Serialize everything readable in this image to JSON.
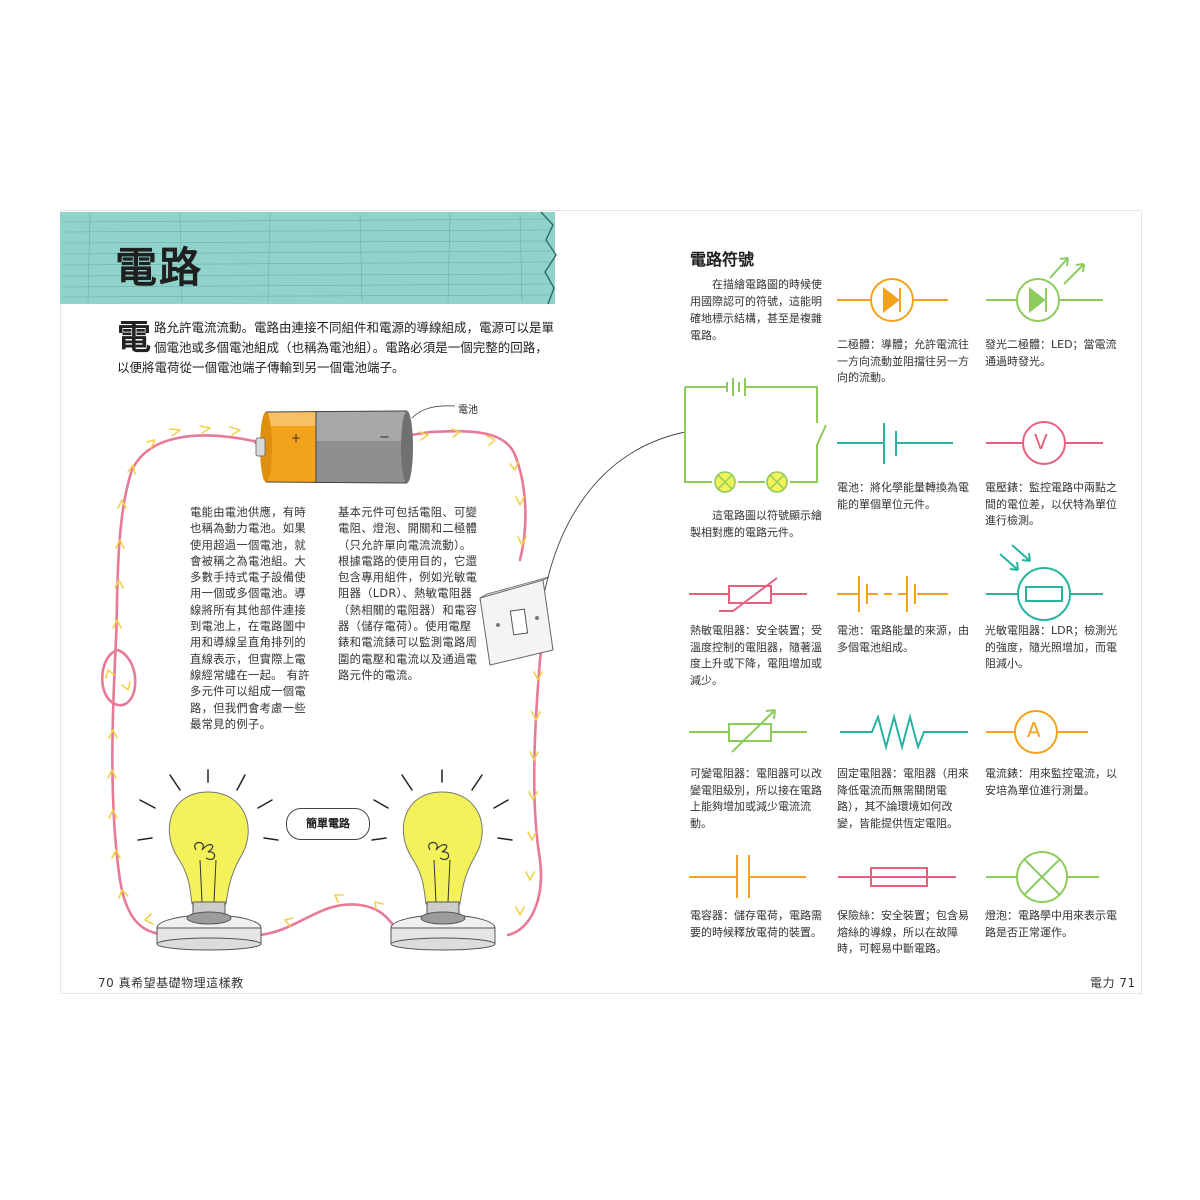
{
  "page": {
    "title": "電路",
    "intro_dropcap": "電",
    "intro_text": "路允許電流流動。電路由連接不同組件和電源的導線組成，電源可以是單個電池或多個電池組成（也稱為電池組）。電路必須是一個完整的回路，以便將電荷從一個電池端子傳輸到另一個電池端子。",
    "battery_label": "電池",
    "battery_plus": "+",
    "battery_minus": "−",
    "col1_text": "電能由電池供應，有時也稱為動力電池。如果使用超過一個電池，就會被稱之為電池組。大多數手持式電子設備使用一個或多個電池。導線將所有其他部件連接到電池上，在電路圖中用和導線呈直角排列的直線表示，但實際上電線經常纏在一起。 有許多元件可以組成一個電路，但我們會考慮一些最常見的例子。",
    "col2_text": "基本元件可包括電阻、可變電阻、燈泡、開關和二極體（只允許單向電流流動）。根據電路的使用目的，它還包含專用組件，例如光敏電阻器（LDR）、熱敏電阻器（熱相關的電阻器）和電容器（儲存電荷）。使用電壓錶和電流錶可以監測電路周圍的電壓和電流以及通過電路元件的電流。",
    "simple_circuit_label": "簡單電路",
    "footer_left": "70  真希望基礎物理這樣教",
    "footer_right": "電力  71"
  },
  "symbols": {
    "heading": "電路符號",
    "intro": "在描繪電路圖的時候使用國際認可的符號，這能明確地標示結構，甚至是複雜電路。",
    "diagram_caption": "這電路圖以符號顯示繪製相對應的電路元件。",
    "items": [
      {
        "symbol": "diode",
        "caption": "二極體：導體；允許電流往一方向流動並阻擋往另一方向的流動。"
      },
      {
        "symbol": "led",
        "caption": "發光二極體：LED；當電流通過時發光。"
      },
      {
        "symbol": "cell",
        "caption": "電池：將化學能量轉換為電能的單個單位元件。"
      },
      {
        "symbol": "voltmeter",
        "caption": "電壓錶：監控電路中兩點之間的電位差，以伏特為單位進行檢測。"
      },
      {
        "symbol": "thermistor",
        "caption": "熱敏電阻器：安全裝置；受溫度控制的電阻器，隨著溫度上升或下降，電阻增加或減少。"
      },
      {
        "symbol": "battery",
        "caption": "電池：電路能量的來源，由多個電池組成。"
      },
      {
        "symbol": "ldr",
        "caption": "光敏電阻器：LDR；檢測光的強度，隨光照增加，而電阻減小。"
      },
      {
        "symbol": "variable-resistor",
        "caption": "可變電阻器：電阻器可以改變電阻級別，所以接在電路上能夠增加或減少電流流動。"
      },
      {
        "symbol": "fixed-resistor",
        "caption": "固定電阻器：電阻器（用來降低電流而無需關閉電路），其不論環境如何改變，皆能提供恆定電阻。"
      },
      {
        "symbol": "ammeter",
        "caption": "電流錶：用來監控電流，以安培為單位進行測量。"
      },
      {
        "symbol": "capacitor",
        "caption": "電容器：儲存電荷，電路需要的時候釋放電荷的裝置。"
      },
      {
        "symbol": "fuse",
        "caption": "保險絲：安全裝置；包含易熔絲的導線，所以在故障時，可輕易中斷電路。"
      },
      {
        "symbol": "lamp",
        "caption": "燈泡：電路學中用來表示電路是否正常運作。"
      }
    ],
    "voltmeter_letter": "V",
    "ammeter_letter": "A"
  },
  "colors": {
    "title_band": "#8fd3cb",
    "orange": "#f3a21b",
    "green": "#8ccc5c",
    "teal": "#26b39f",
    "pink": "#e8607f",
    "wire_pink": "#e77a96",
    "arrow_yellow": "#f1d24c",
    "bulb_yellow": "#f1ec3a"
  }
}
